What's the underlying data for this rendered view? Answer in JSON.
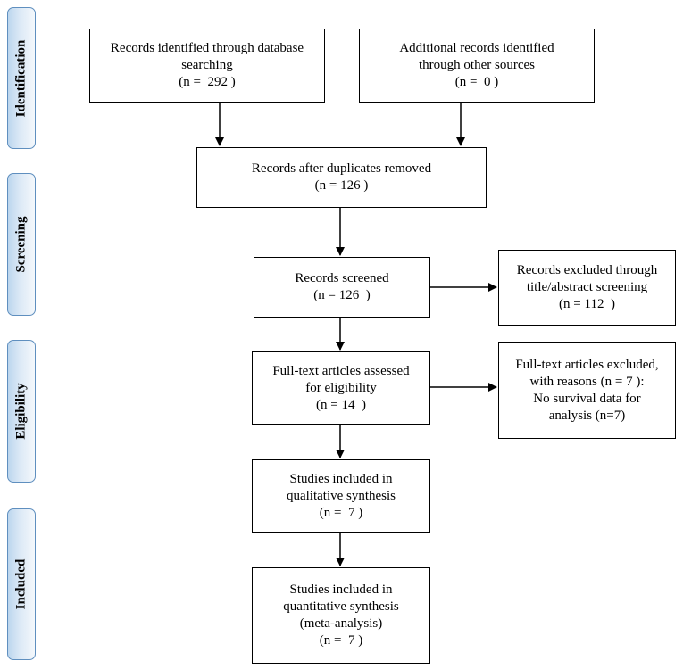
{
  "phases": {
    "identification": "Identification",
    "screening": "Screening",
    "eligibility": "Eligibility",
    "included": "Included"
  },
  "boxes": {
    "db_search": {
      "line1": "Records identified through database",
      "line2": "searching",
      "line3": "(n =  292 )"
    },
    "other_sources": {
      "line1": "Additional records identified",
      "line2": "through other sources",
      "line3": "(n =  0 )"
    },
    "duplicates_removed": {
      "line1": "Records after duplicates removed",
      "line2": "(n = 126 )"
    },
    "screened": {
      "line1": "Records screened",
      "line2": "(n = 126  )"
    },
    "excluded_screening": {
      "line1": "Records excluded through",
      "line2": "title/abstract screening",
      "line3": "(n = 112  )"
    },
    "fulltext_assessed": {
      "line1": "Full-text articles assessed",
      "line2": "for eligibility",
      "line3": "(n = 14  )"
    },
    "fulltext_excluded": {
      "line1": "Full-text articles excluded,",
      "line2": "with reasons (n = 7 ):",
      "line3": "No survival data for",
      "line4": "analysis (n=7)"
    },
    "qualitative": {
      "line1": "Studies included in",
      "line2": "qualitative synthesis",
      "line3": "(n =  7 )"
    },
    "quantitative": {
      "line1": "Studies included in",
      "line2": "quantitative synthesis",
      "line3": "(meta-analysis)",
      "line4": "(n =  7 )"
    }
  }
}
